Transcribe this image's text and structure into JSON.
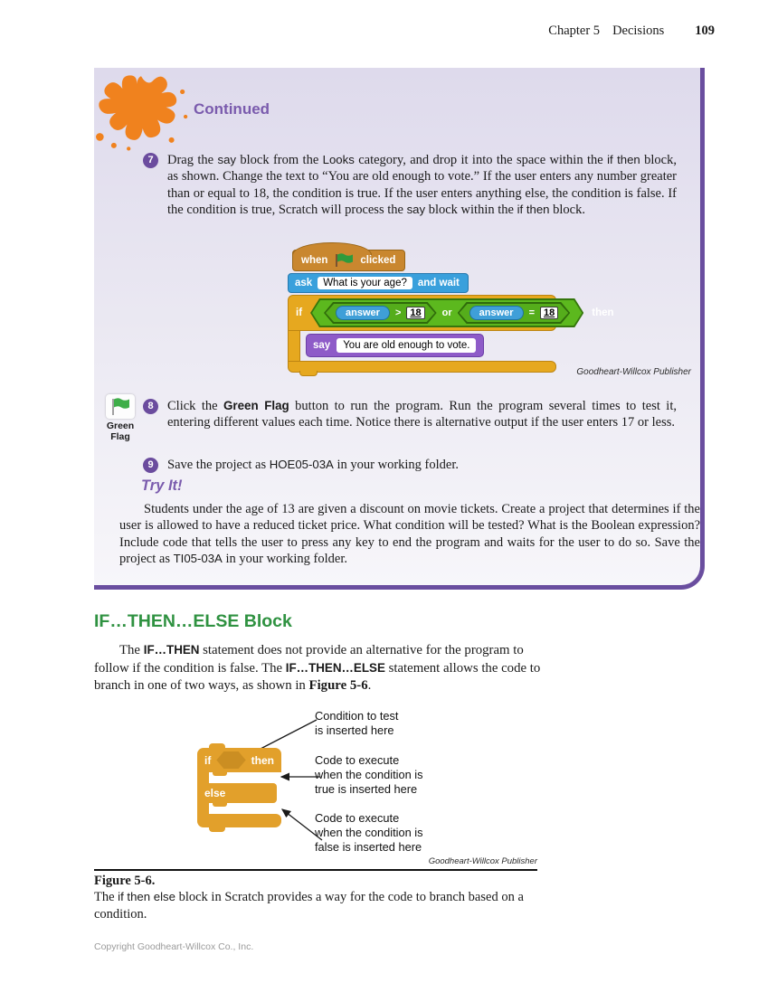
{
  "header": {
    "chapter": "Chapter 5",
    "section": "Decisions",
    "page_number": "109"
  },
  "colors": {
    "accent_purple": "#6a4e9f",
    "title_purple": "#7a5bad",
    "splat_orange": "#f0821e",
    "heading_green": "#2f9241",
    "block_gold": "#e6a81f",
    "block_blue": "#39a0dc",
    "block_brown": "#c9872f",
    "block_say_purple": "#8e5bc8",
    "hexagon_green": "#5cb81e",
    "reporter_blue": "#3f9fd8"
  },
  "continued_panel": {
    "title": "Continued",
    "steps": [
      {
        "number": "7",
        "segments": [
          {
            "t": "Drag the "
          },
          {
            "t": "say",
            "s": "code"
          },
          {
            "t": " block from the "
          },
          {
            "t": "Looks",
            "s": "code"
          },
          {
            "t": " category, and drop it into the space within the "
          },
          {
            "t": "if then",
            "s": "code"
          },
          {
            "t": " block, as shown. Change the text to “You are old enough to vote.” If the user enters any number greater than or equal to 18, the condition is true. If the user enters anything else, the condition is false. If the condition is true, Scratch will process the "
          },
          {
            "t": "say",
            "s": "code"
          },
          {
            "t": " block within the "
          },
          {
            "t": "if then",
            "s": "code"
          },
          {
            "t": " block."
          }
        ]
      },
      {
        "number": "8",
        "segments": [
          {
            "t": "Click the "
          },
          {
            "t": "Green Flag",
            "s": "boldsans"
          },
          {
            "t": " button to run the program. Run the program several times to test it, entering different values each time. Notice there is alternative output if the user enters 17 or less."
          }
        ]
      },
      {
        "number": "9",
        "segments": [
          {
            "t": "Save the project as "
          },
          {
            "t": "HOE05-03A",
            "s": "code"
          },
          {
            "t": " in your working folder."
          }
        ]
      }
    ],
    "margin_flag_label": "Green Flag",
    "script": {
      "when": {
        "label_before": "when",
        "label_after": "clicked"
      },
      "ask": {
        "label": "ask",
        "value": "What is your age?",
        "suffix": "and wait"
      },
      "if": {
        "label": "if",
        "then": "then",
        "or": "or",
        "conditions": [
          {
            "reporter": "answer",
            "operator": ">",
            "value": "18"
          },
          {
            "reporter": "answer",
            "operator": "=",
            "value": "18"
          }
        ]
      },
      "say": {
        "label": "say",
        "value": "You are old enough to vote."
      },
      "credit": "Goodheart-Willcox Publisher"
    },
    "tryit": {
      "title": "Try It!",
      "segments": [
        {
          "t": "Students under the age of 13 are given a discount on movie tickets. Create a project that determines if the user is allowed to have a reduced ticket price. What condition will be tested? What is the Boolean expression? Include code that tells the user to press any key to end the program and waits for the user to do so. Save the project as "
        },
        {
          "t": "TI05-03A",
          "s": "code"
        },
        {
          "t": " in your working folder."
        }
      ]
    }
  },
  "section": {
    "heading": "IF…THEN…ELSE Block",
    "paragraph_segments": [
      {
        "t": "The "
      },
      {
        "t": "IF…THEN",
        "s": "boldsans"
      },
      {
        "t": " statement does not provide an alternative for the program to follow if the condition is false. The "
      },
      {
        "t": "IF…THEN…ELSE",
        "s": "boldsans"
      },
      {
        "t": " statement allows the code to branch in one of two ways, as shown in "
      },
      {
        "t": "Figure 5-6",
        "s": "boldserif"
      },
      {
        "t": "."
      }
    ]
  },
  "figure": {
    "block_labels": {
      "if": "if",
      "then": "then",
      "else": "else"
    },
    "annotations": [
      "Condition to test\nis inserted here",
      "Code to execute\nwhen the condition is\ntrue is inserted here",
      "Code to execute\nwhen the condition is\nfalse is inserted here"
    ],
    "credit": "Goodheart-Willcox Publisher",
    "caption_title": "Figure 5-6.",
    "caption_segments": [
      {
        "t": "The "
      },
      {
        "t": "if then else",
        "s": "code"
      },
      {
        "t": " block in Scratch provides a way for the code to branch based on a condition."
      }
    ]
  },
  "footer": "Copyright Goodheart-Willcox Co., Inc."
}
